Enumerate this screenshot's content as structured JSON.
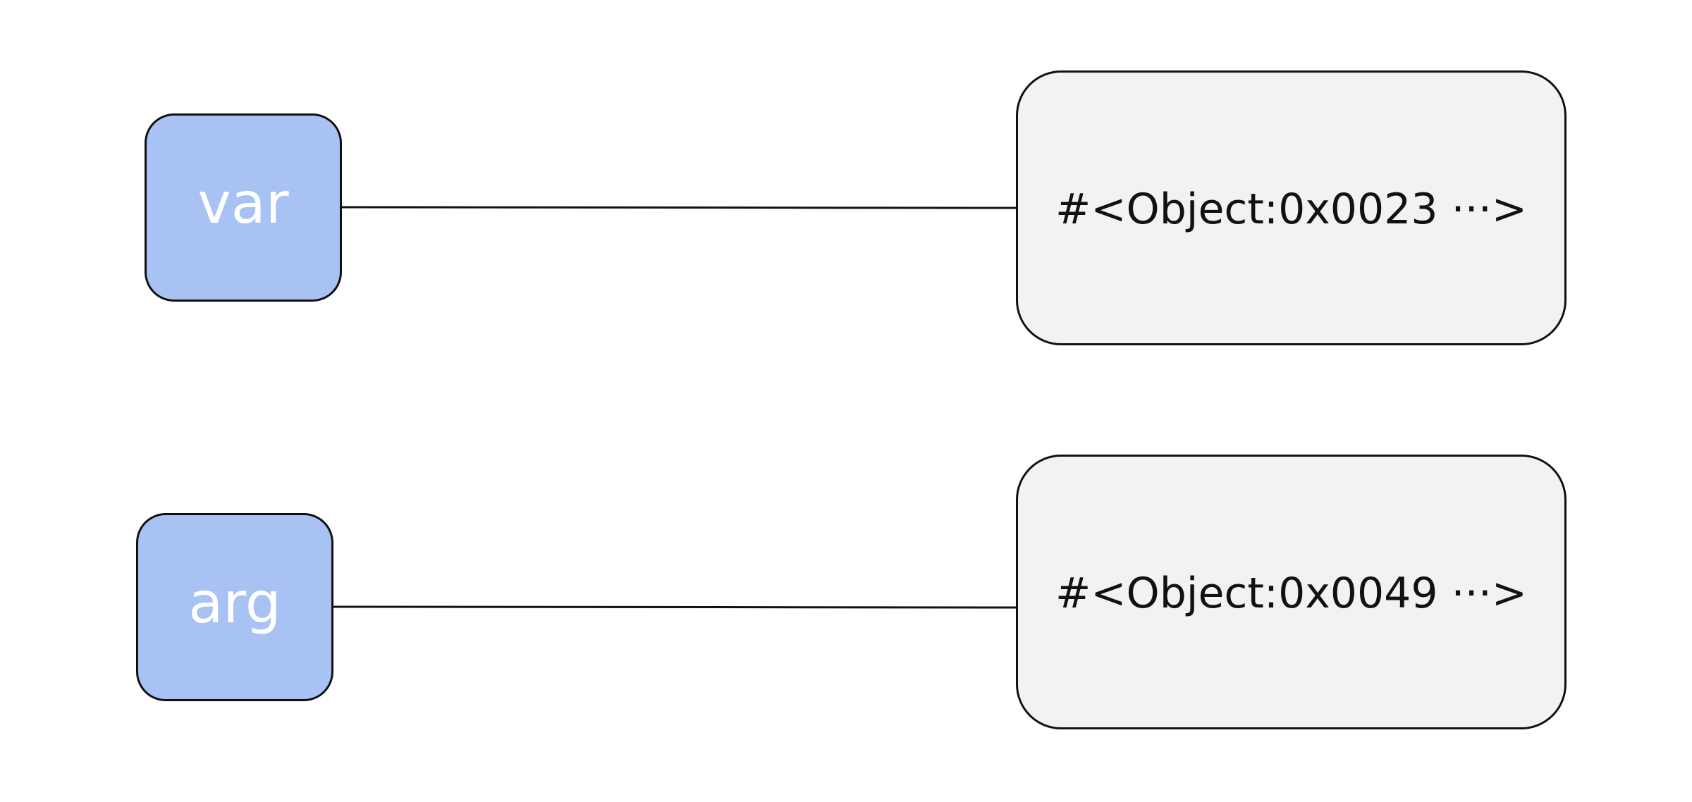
{
  "diagram": {
    "variables": [
      {
        "id": "var",
        "label": "var",
        "fill": "#a7c2f3"
      },
      {
        "id": "arg",
        "label": "arg",
        "fill": "#a7c2f3"
      }
    ],
    "objects": [
      {
        "id": "obj1",
        "label": "#<Object:0x0023 ···>",
        "fill": "#f2f2f2"
      },
      {
        "id": "obj2",
        "label": "#<Object:0x0049 ···>",
        "fill": "#f2f2f2"
      }
    ],
    "edges": [
      {
        "from": "var",
        "to": "obj1"
      },
      {
        "from": "arg",
        "to": "obj2"
      }
    ],
    "colors": {
      "stroke": "#111111",
      "variable_text": "#ffffff",
      "object_text": "#111111",
      "background": "#ffffff"
    }
  }
}
